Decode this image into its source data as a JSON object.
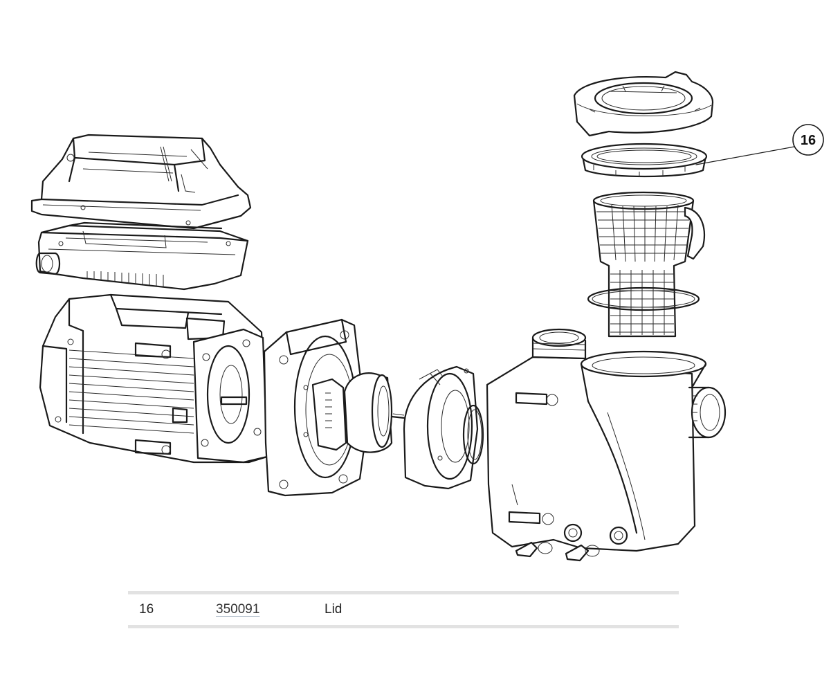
{
  "diagram": {
    "callouts": [
      {
        "label": "16",
        "target": "lid"
      }
    ]
  },
  "parts": {
    "rows": [
      {
        "ref": "16",
        "part_number": "350091",
        "description": "Lid"
      }
    ]
  }
}
